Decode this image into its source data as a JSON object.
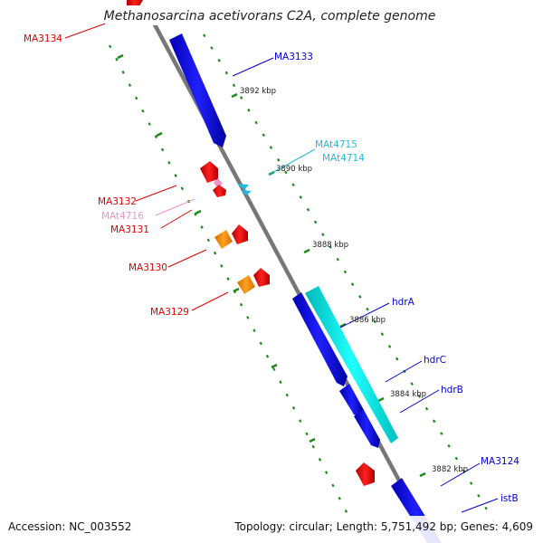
{
  "title": "Methanosarcina acetivorans C2A, complete genome",
  "footer": {
    "accession": "Accession: NC_003552",
    "summary": "Topology: circular; Length: 5,751,492 bp; Genes: 4,609"
  },
  "scale_labels": [
    "3892 kbp",
    "3890 kbp",
    "3888 kbp",
    "3886 kbp",
    "3884 kbp",
    "3882 kbp"
  ],
  "genes": [
    {
      "label": "MA3134",
      "color": "#e00000"
    },
    {
      "label": "MA3133",
      "color": "#0000d0"
    },
    {
      "label": "MAt4715",
      "color": "#22b8e0"
    },
    {
      "label": "MAt4714",
      "color": "#22b8e0"
    },
    {
      "label": "MA3132",
      "color": "#e00000"
    },
    {
      "label": "MAt4716",
      "color": "#f090c8"
    },
    {
      "label": "MA3131",
      "color": "#e00000"
    },
    {
      "label": "MA3130",
      "color": "#e00000"
    },
    {
      "label": "MA3129",
      "color": "#e00000"
    },
    {
      "label": "hdrA",
      "color": "#0000d0"
    },
    {
      "label": "hdrC",
      "color": "#0000d0"
    },
    {
      "label": "hdrB",
      "color": "#0000d0"
    },
    {
      "label": "MA3124",
      "color": "#0000d0"
    },
    {
      "label": "istB",
      "color": "#0000d0"
    }
  ]
}
